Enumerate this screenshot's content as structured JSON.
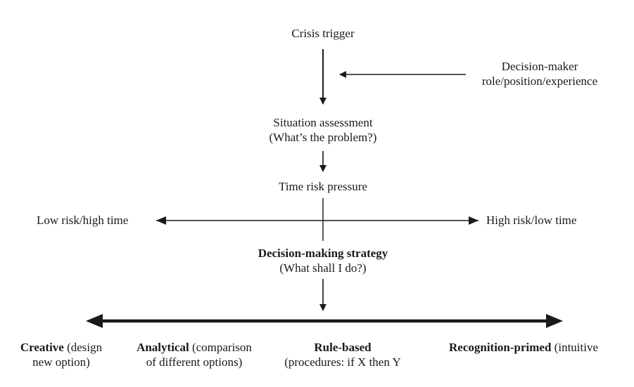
{
  "nodes": {
    "crisis_trigger": "Crisis trigger",
    "decision_maker_line1": "Decision-maker",
    "decision_maker_line2": "role/position/experience",
    "situation_line1": "Situation assessment",
    "situation_line2": "(What’s the problem?)",
    "time_risk": "Time risk pressure",
    "low_risk": "Low risk/high time",
    "high_risk": "High risk/low time",
    "strategy_title": "Decision-making strategy",
    "strategy_question": "(What shall I do?)"
  },
  "strategies": [
    {
      "name": "Creative",
      "desc1": " (design",
      "desc2": "new option)"
    },
    {
      "name": "Analytical",
      "desc1": " (comparison",
      "desc2": "of different options)"
    },
    {
      "name": "Rule-based",
      "desc1": "",
      "desc2": "(procedures: if X then Y"
    },
    {
      "name": "Recognition-primed",
      "desc1": " (intuitive",
      "desc2": ""
    }
  ]
}
